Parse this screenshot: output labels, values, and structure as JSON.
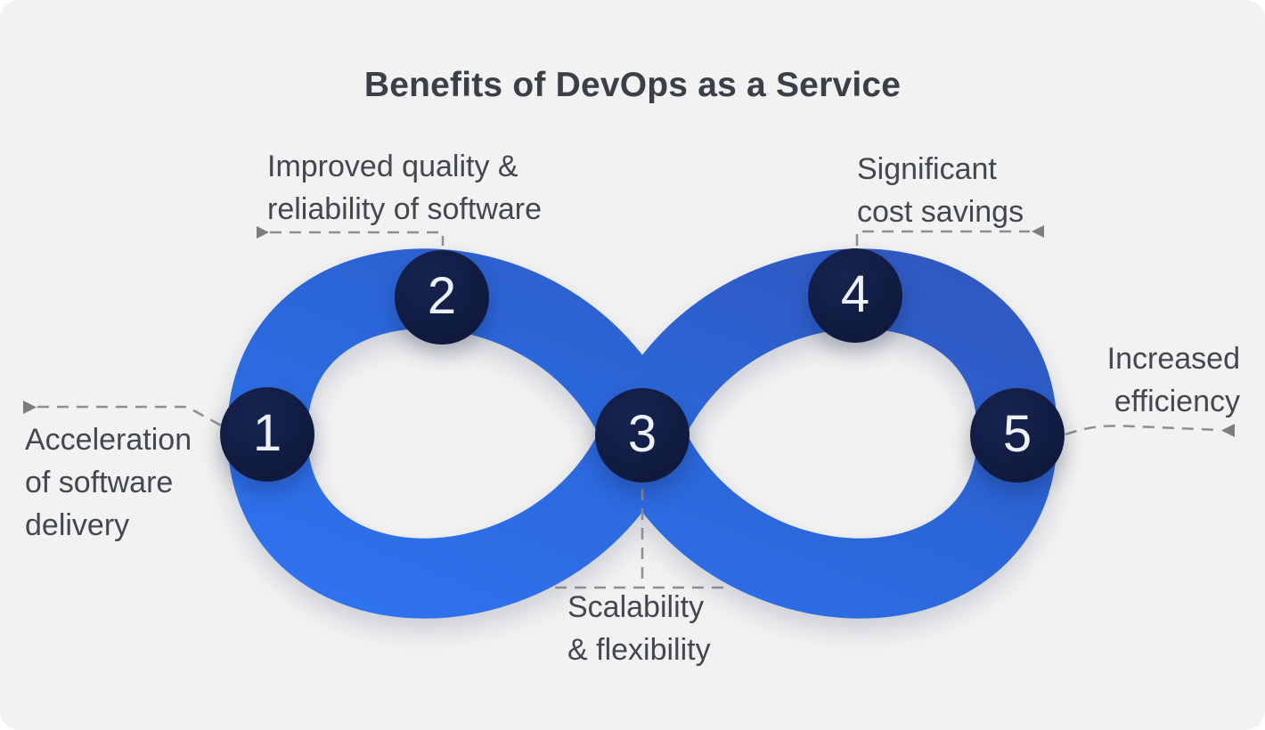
{
  "title": "Benefits of DevOps as a Service",
  "diagram_type": "devops-infinity-loop",
  "nodes": [
    {
      "number": "1",
      "label_lines": [
        "Acceleration",
        "of software",
        "delivery"
      ]
    },
    {
      "number": "2",
      "label_lines": [
        "Improved quality &",
        "reliability of software"
      ]
    },
    {
      "number": "3",
      "label_lines": [
        "Scalability",
        "& flexibility"
      ]
    },
    {
      "number": "4",
      "label_lines": [
        "Significant",
        "cost savings"
      ]
    },
    {
      "number": "5",
      "label_lines": [
        "Increased",
        "efficiency"
      ]
    }
  ],
  "colors": {
    "background": "#F2F2F2",
    "ribbon_gradient_start": "#2F72EE",
    "ribbon_gradient_mid": "#2B66D8",
    "ribbon_gradient_end": "#3058C0",
    "node_fill": "#111C42",
    "node_number": "#EDF1FA",
    "title_text": "#3A4046",
    "label_text": "#43484E",
    "connector_line": "#8E8E90",
    "connector_arrow": "#7D7D7F"
  }
}
